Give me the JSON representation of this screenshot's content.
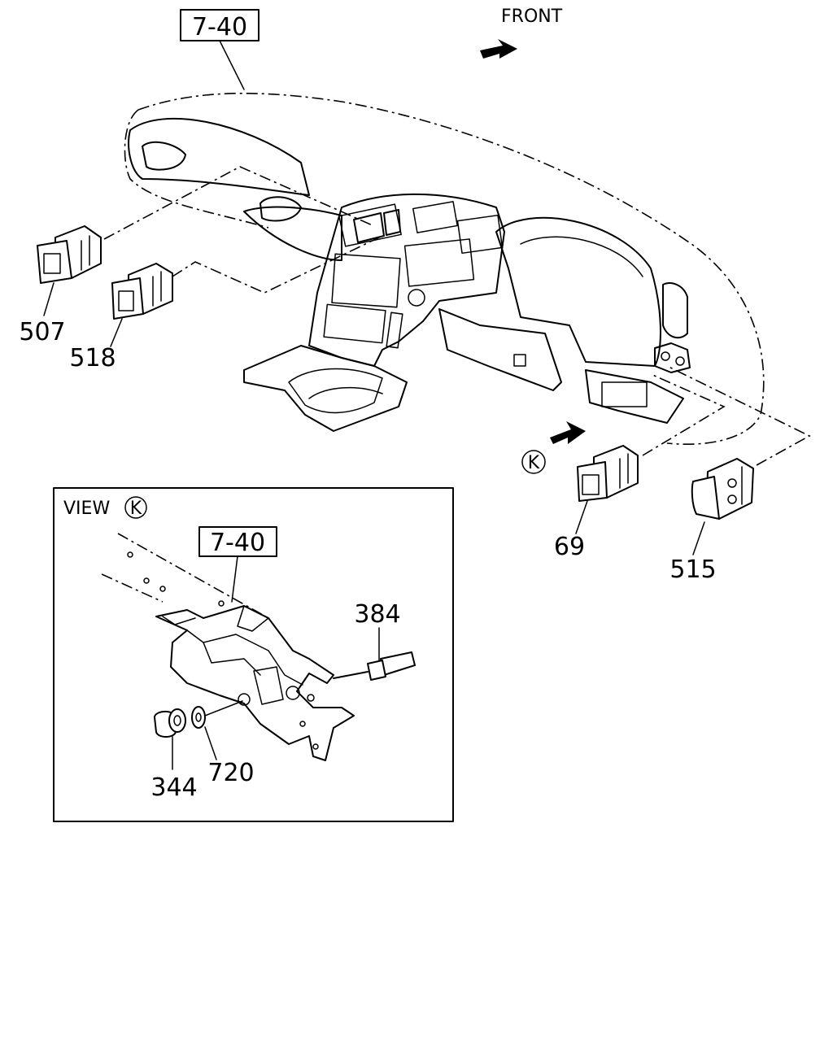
{
  "direction": {
    "front_label": "FRONT"
  },
  "references": {
    "main_ref": "7-40",
    "view_ref": "7-40"
  },
  "view": {
    "label": "VIEW",
    "letter": "K"
  },
  "view_marker": {
    "letter": "K"
  },
  "parts": {
    "p507": "507",
    "p518": "518",
    "p69": "69",
    "p515": "515",
    "p384": "384",
    "p344": "344",
    "p720": "720"
  },
  "colors": {
    "ink": "#000000",
    "paper": "#ffffff"
  }
}
